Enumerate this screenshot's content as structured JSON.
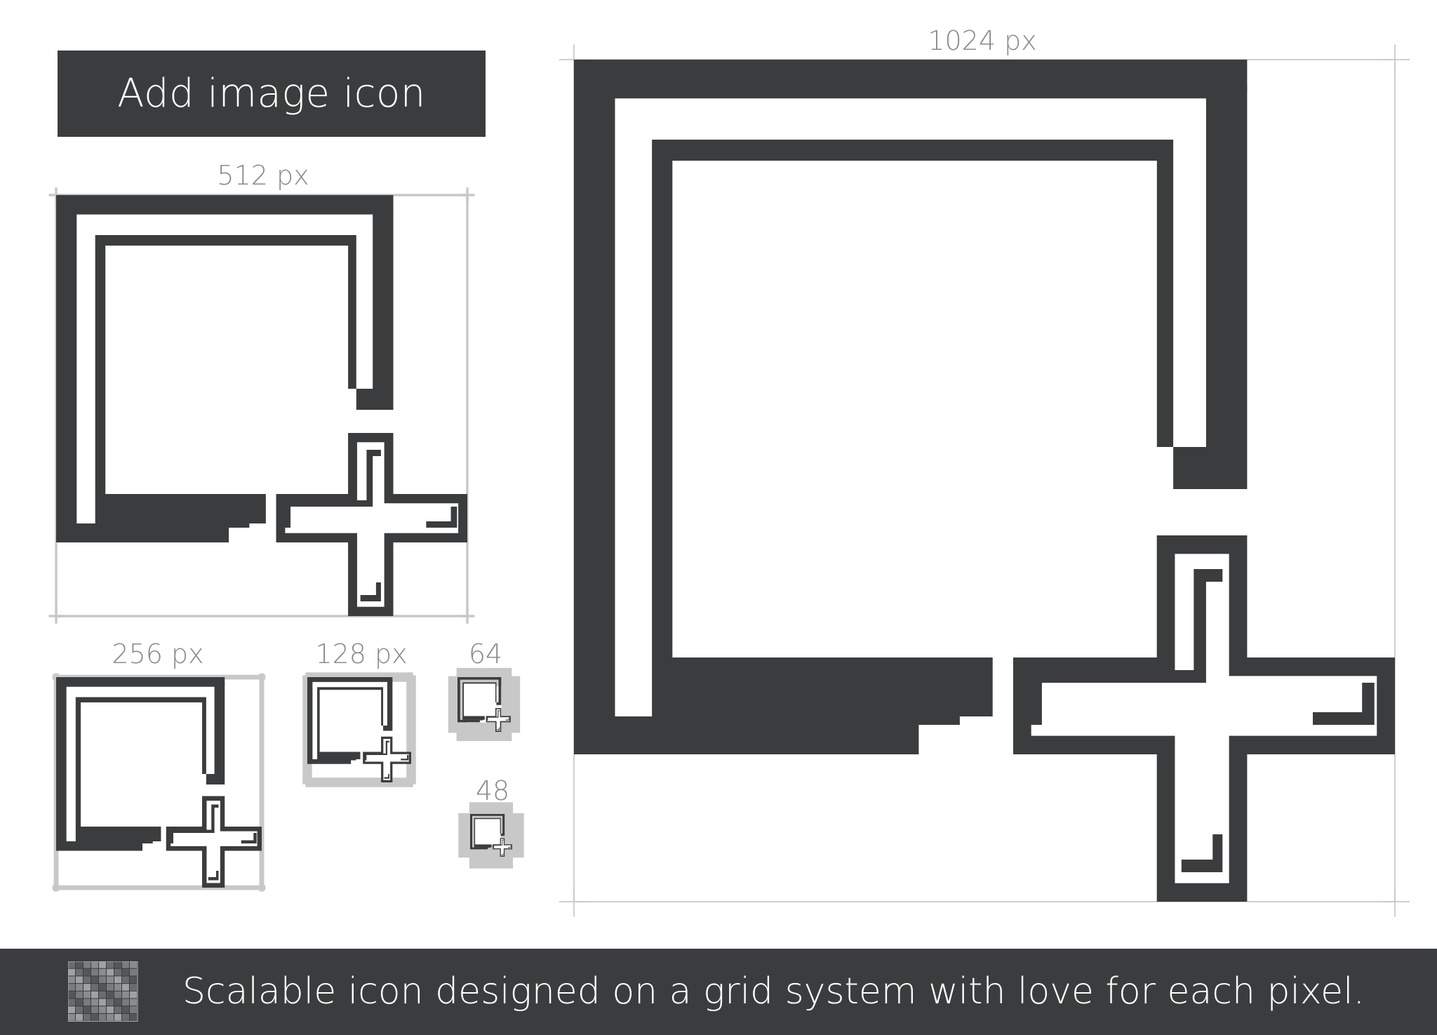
{
  "title": "Add image icon",
  "sizes": {
    "s1024": "1024 px",
    "s512": "512 px",
    "s256": "256 px",
    "s128": "128 px",
    "s64": "64",
    "s48": "48"
  },
  "footer": "Scalable icon designed on a grid system with love for each pixel.",
  "colors": {
    "dark": "#3b3c3e",
    "guide": "#c8c8c8",
    "label": "#8a8a8a",
    "white": "#ffffff"
  },
  "icons": {
    "main": "add-image-icon",
    "grid": "grid-icon"
  }
}
